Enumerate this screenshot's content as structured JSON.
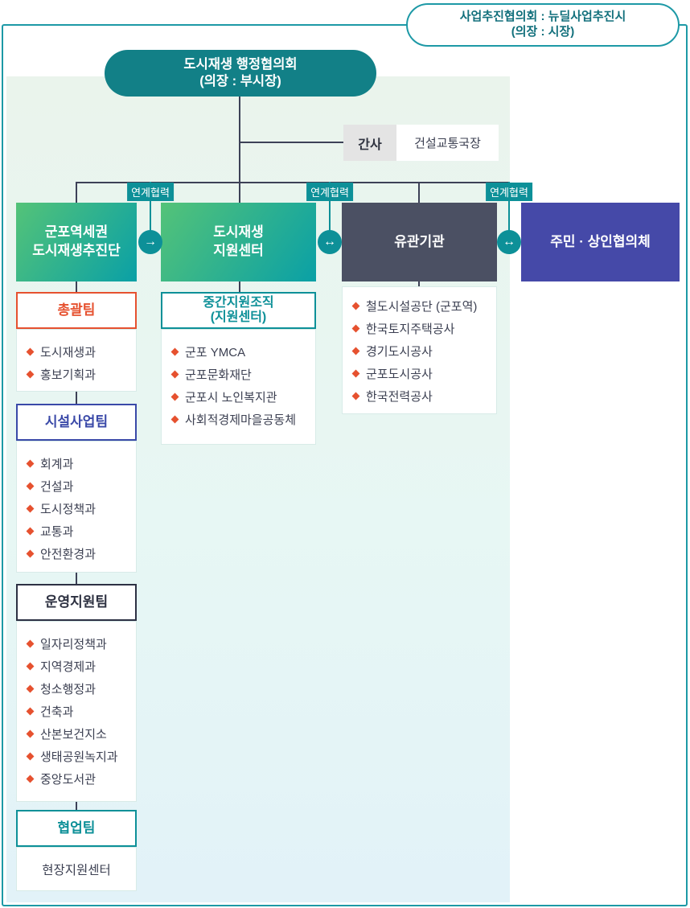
{
  "colors": {
    "frame_teal": "#1d99a6",
    "accent_teal": "#0d9098",
    "oval_teal": "#128087",
    "line_navy": "#3d4157",
    "green_gradient_start": "#54c378",
    "green_gradient_end": "#0aa0a6",
    "slate": "#4b5063",
    "indigo": "#4549a8",
    "orange": "#e6512f",
    "blue": "#3a49a8",
    "navy": "#2d3144",
    "panel_green": "#eaf4ec",
    "panel_blue": "#e2f2f8"
  },
  "top": {
    "pill_line1": "사업추진협의회 : 뉴딜사업추진시",
    "pill_line2": "(의장 : 시장)",
    "oval_line1": "도시재생 행정협의회",
    "oval_line2": "(의장 : 부시장)",
    "secretary_label": "간사",
    "secretary_value": "건설교통국장"
  },
  "link_labels": [
    "연계협력",
    "연계협력",
    "연계협력"
  ],
  "arrows": [
    "→",
    "↔",
    "↔"
  ],
  "org_boxes": [
    {
      "line1": "군포역세권",
      "line2": "도시재생추진단"
    },
    {
      "line1": "도시재생",
      "line2": "지원센터"
    },
    {
      "line1": "유관기관",
      "line2": ""
    },
    {
      "line1": "주민 · 상인협의체",
      "line2": ""
    }
  ],
  "col1": {
    "sections": [
      {
        "title": "총괄팀",
        "items": [
          "도시재생과",
          "홍보기획과"
        ]
      },
      {
        "title": "시설사업팀",
        "items": [
          "회계과",
          "건설과",
          "도시정책과",
          "교통과",
          "안전환경과"
        ]
      },
      {
        "title": "운영지원팀",
        "items": [
          "일자리정책과",
          "지역경제과",
          "청소행정과",
          "건축과",
          "산본보건지소",
          "생태공원녹지과",
          "중앙도서관"
        ]
      },
      {
        "title": "협업팀",
        "plain_item": "현장지원센터"
      }
    ]
  },
  "col2": {
    "title_line1": "중간지원조직",
    "title_line2": "(지원센터)",
    "items": [
      "군포 YMCA",
      "군포문화재단",
      "군포시 노인복지관",
      "사회적경제마을공동체"
    ]
  },
  "col3": {
    "items": [
      "철도시설공단 (군포역)",
      "한국토지주택공사",
      "경기도시공사",
      "군포도시공사",
      "한국전력공사"
    ]
  }
}
